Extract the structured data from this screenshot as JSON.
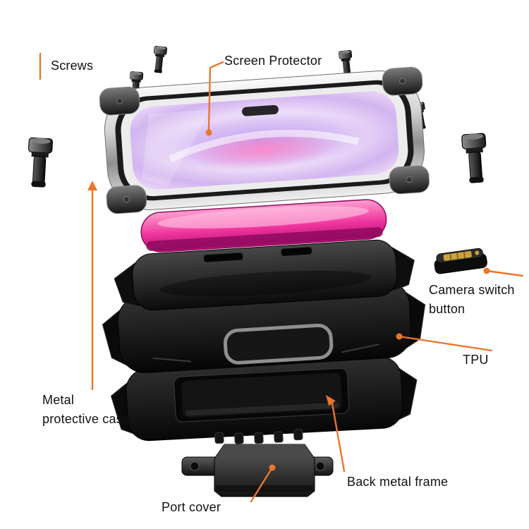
{
  "colors": {
    "accent": "#E8772B",
    "text": "#111111",
    "background": "#ffffff"
  },
  "labels": {
    "screws": "Screws",
    "screen_protector": "Screen Protector",
    "camera_switch_button": {
      "line1": "Camera switch",
      "line2": "button"
    },
    "tpu": "TPU",
    "metal_protective_case": {
      "line1": "Metal",
      "line2": "protective case"
    },
    "back_metal_frame": "Back metal frame",
    "port_cover": "Port cover"
  }
}
